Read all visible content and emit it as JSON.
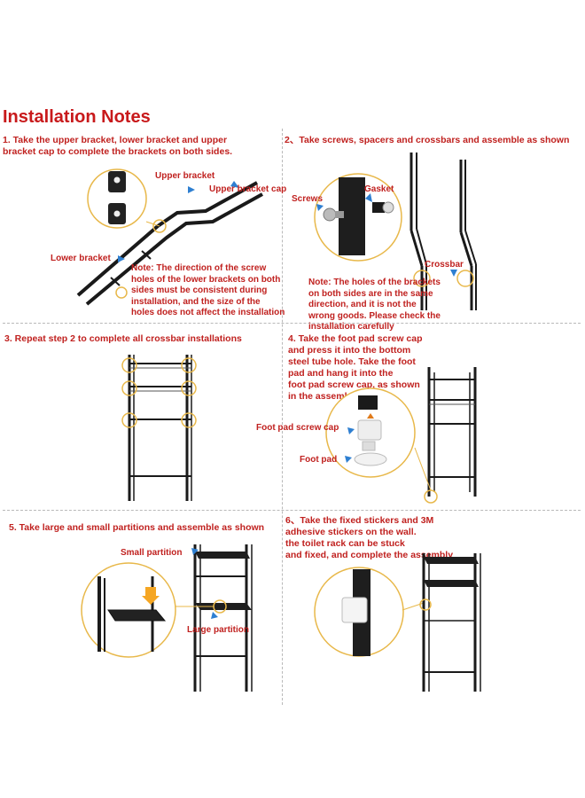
{
  "title": "Installation Notes",
  "step1": {
    "text": "1. Take the upper bracket, lower bracket and upper\nbracket cap to complete the brackets on both sides.",
    "upper_bracket": "Upper bracket",
    "upper_bracket_cap": "Upper bracket cap",
    "lower_bracket": "Lower bracket",
    "note": "Note: The direction of the screw\nholes of the lower brackets on both\nsides must be consistent during\ninstallation, and the size of the\nholes does not affect the installation"
  },
  "step2": {
    "text": "2、Take screws, spacers and crossbars and assemble as shown",
    "screws": "Screws",
    "gasket": "Gasket",
    "crossbar": "Crossbar",
    "note": "Note: The holes of the brackets\non both sides are in the same\ndirection, and it is not the\nwrong goods. Please check the\ninstallation carefully"
  },
  "step3": {
    "text": "3. Repeat step 2 to complete all crossbar installations"
  },
  "step4": {
    "text": "4. Take the foot pad screw cap\nand press it into the bottom\nsteel tube hole. Take the foot\npad and hang it into the\nfoot pad screw cap, as shown\nin the assembly",
    "screw_cap": "Foot pad screw cap",
    "foot_pad": "Foot pad"
  },
  "step5": {
    "text": "5. Take large and small partitions and assemble as shown",
    "small_partition": "Small partition",
    "large_partition": "Large partition"
  },
  "step6": {
    "text": "6、Take the fixed stickers and 3M\nadhesive stickers on the wall.\nthe toilet rack can be stuck\nand fixed, and complete the assembly"
  },
  "colors": {
    "accent_red": "#c0211f",
    "highlight": "#e8b84a",
    "arrow_blue": "#2e7fd1",
    "frame_black": "#1a1a1a"
  }
}
